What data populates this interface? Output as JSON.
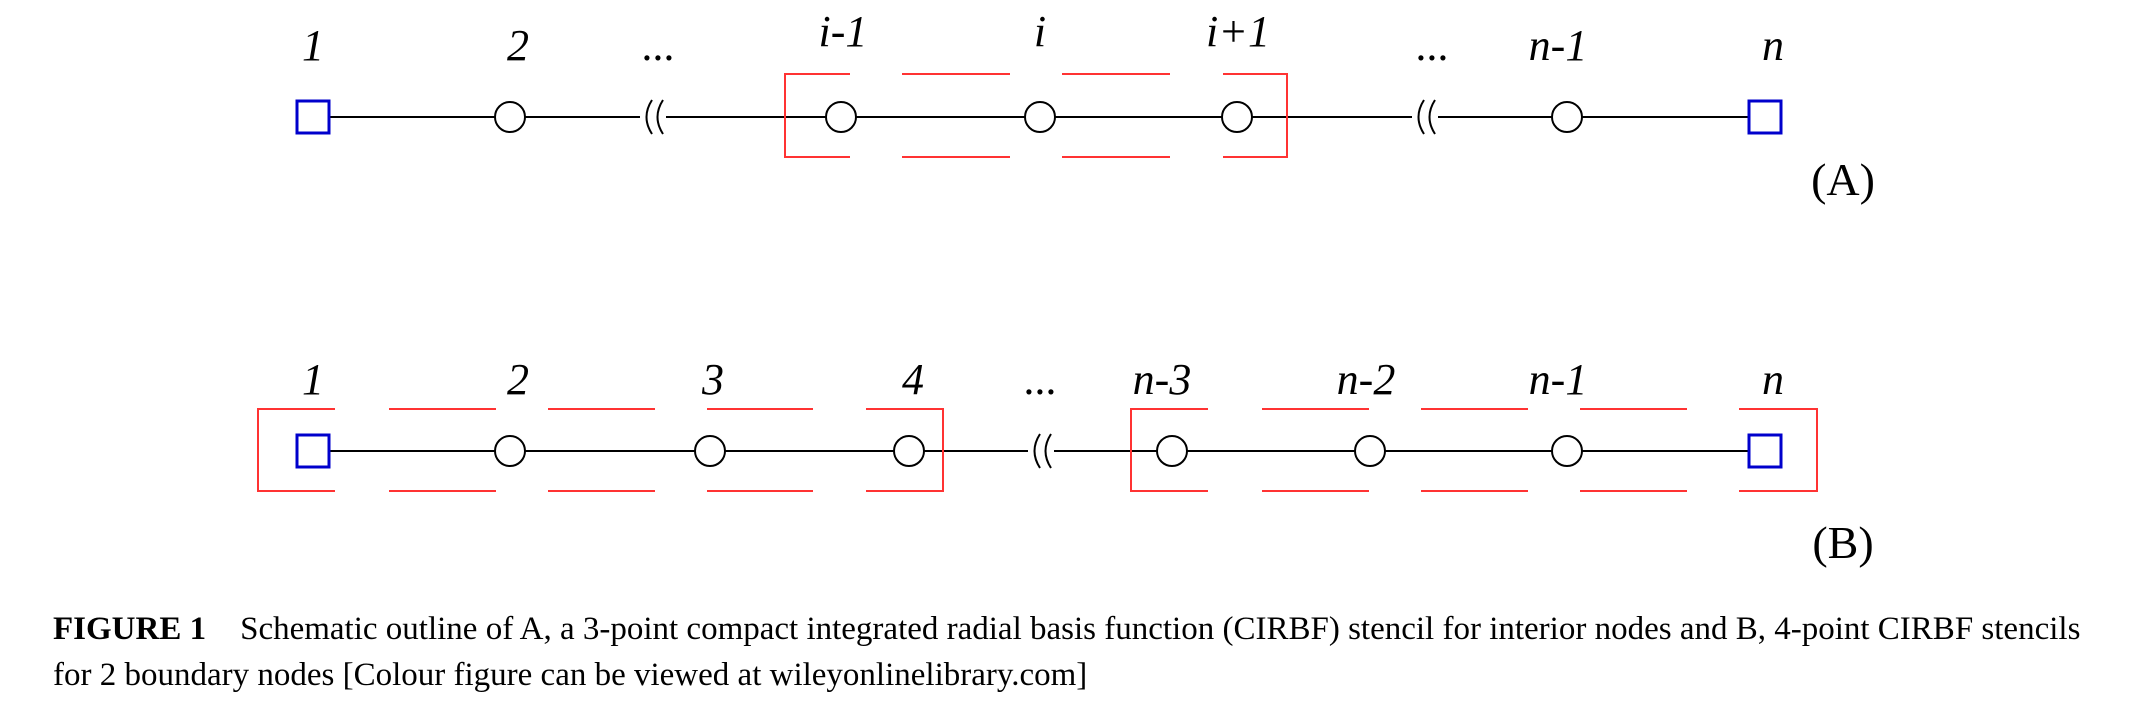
{
  "diagram": {
    "colors": {
      "line": "#000000",
      "stencil": "#ff3333",
      "boundary": "#0000cc"
    },
    "panels": [
      {
        "id": "A",
        "label": "(A)",
        "nodes": [
          {
            "label": "1",
            "kind": "boundary"
          },
          {
            "label": "2",
            "kind": "interior"
          },
          {
            "label": "...",
            "kind": "break"
          },
          {
            "label": "i-1",
            "kind": "interior"
          },
          {
            "label": "i",
            "kind": "interior"
          },
          {
            "label": "i+1",
            "kind": "interior"
          },
          {
            "label": "...",
            "kind": "break"
          },
          {
            "label": "n-1",
            "kind": "interior"
          },
          {
            "label": "n",
            "kind": "boundary"
          }
        ]
      },
      {
        "id": "B",
        "label": "(B)",
        "nodes": [
          {
            "label": "1",
            "kind": "boundary"
          },
          {
            "label": "2",
            "kind": "interior"
          },
          {
            "label": "3",
            "kind": "interior"
          },
          {
            "label": "4",
            "kind": "interior"
          },
          {
            "label": "...",
            "kind": "break"
          },
          {
            "label": "n-3",
            "kind": "interior"
          },
          {
            "label": "n-2",
            "kind": "interior"
          },
          {
            "label": "n-1",
            "kind": "interior"
          },
          {
            "label": "n",
            "kind": "boundary"
          }
        ]
      }
    ]
  },
  "caption": {
    "tag": "FIGURE 1",
    "text": "Schematic outline of A, a 3-point compact integrated radial basis function (CIRBF) stencil for interior nodes and B, 4-point CIRBF stencils for 2 boundary nodes [Colour figure can be viewed at wileyonlinelibrary.com]"
  }
}
